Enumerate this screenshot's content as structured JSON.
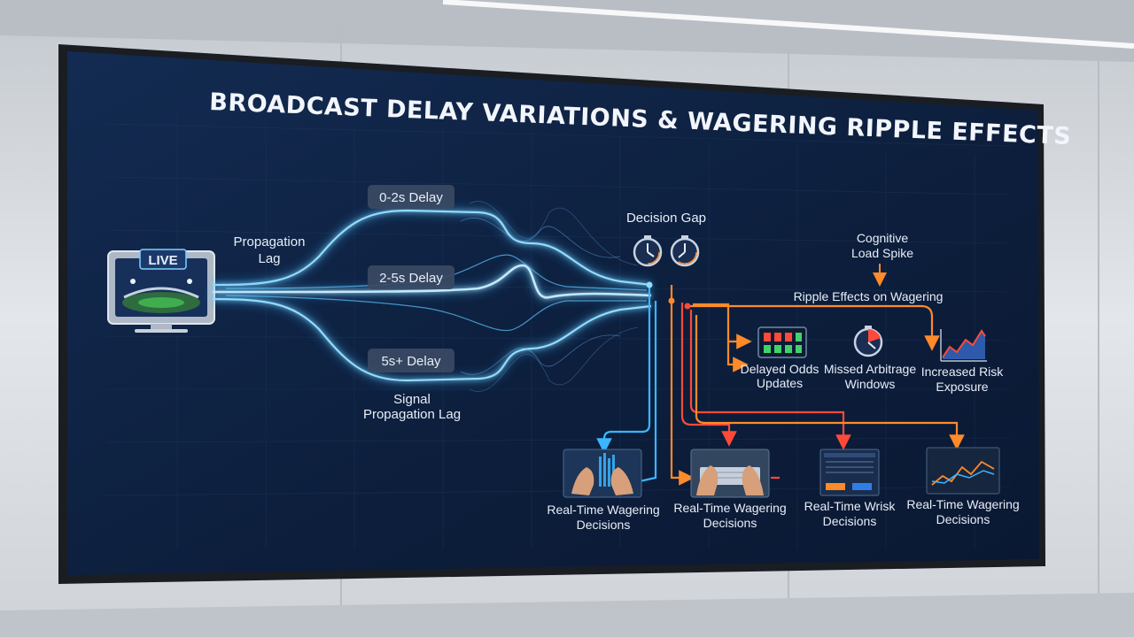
{
  "title": "BROADCAST DELAY VARIATIONS & WAGERING RIPPLE EFFECTS",
  "source": {
    "live_label": "LIVE"
  },
  "labels": {
    "propagation_lag_1": "Propagation",
    "propagation_lag_2": "Lag",
    "signal_lag_1": "Signal",
    "signal_lag_2": "Propagation Lag",
    "decision_gap": "Decision Gap",
    "cognitive_1": "Cognitive",
    "cognitive_2": "Load Spike",
    "ripple": "Ripple Effects on Wagering"
  },
  "delays": [
    {
      "label": "0-2s Delay"
    },
    {
      "label": "2-5s Delay"
    },
    {
      "label": "5s+ Delay"
    }
  ],
  "effects": [
    {
      "line1": "Delayed Odds",
      "line2": "Updates",
      "icon": "odds-board-icon"
    },
    {
      "line1": "Missed Arbitrage",
      "line2": "Windows",
      "icon": "stopwatch-icon"
    },
    {
      "line1": "Increased Risk",
      "line2": "Exposure",
      "icon": "rising-chart-icon"
    }
  ],
  "decisions": [
    {
      "line1": "Real-Time Wagering",
      "line2": "Decisions",
      "icon": "hands-keyboard-icon"
    },
    {
      "line1": "Real-Time Wagering",
      "line2": "Decisions",
      "icon": "hands-keyboard-icon"
    },
    {
      "line1": "Real-Time Wrisk",
      "line2": "Decisions",
      "icon": "dashboard-icon"
    },
    {
      "line1": "Real-Time Wagering",
      "line2": "Decisions",
      "icon": "trading-chart-icon"
    }
  ],
  "colors": {
    "signal_blue": "#39b7ff",
    "ripple_orange": "#ff8a2a",
    "alert_red": "#ff4a3a",
    "screen_bg": "#0f2344"
  }
}
